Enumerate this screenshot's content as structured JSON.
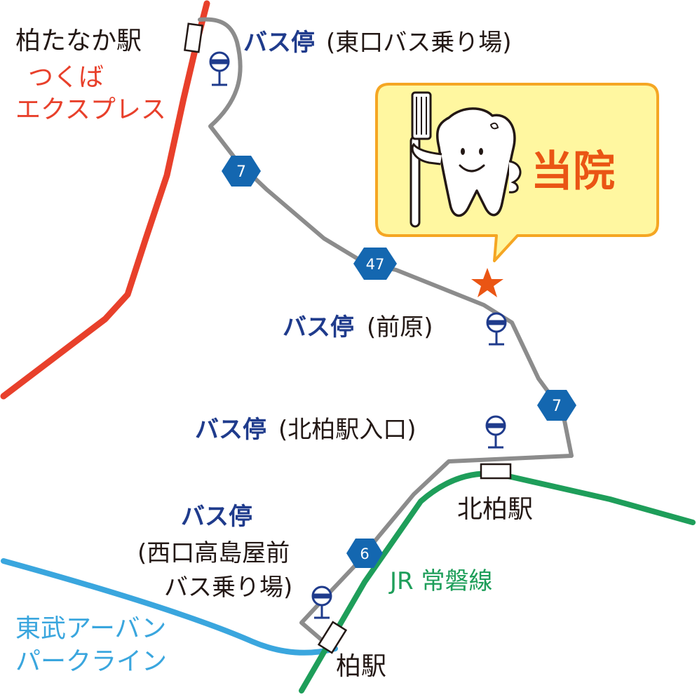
{
  "colors": {
    "tsukuba_line": "#e8402b",
    "jr_line": "#1e9e5a",
    "tobu_line": "#3aa6de",
    "road": "#8c8c8c",
    "route_badge": "#1467b0",
    "bus_text": "#1f3b8c",
    "station_text": "#231815",
    "clinic_text": "#ea5514",
    "callout_fill": "#fff7a0",
    "callout_border": "#f5a623",
    "star": "#ea5514"
  },
  "stations": {
    "kashiwatanaka": "柏たなか駅",
    "kitakashiwa": "北柏駅",
    "kashiwa": "柏駅"
  },
  "lines": {
    "tsukuba_1": "つくば",
    "tsukuba_2": "エクスプレス",
    "jr": "JR 常磐線",
    "tobu_1": "東武アーバン",
    "tobu_2": "パークライン"
  },
  "bus_stops": {
    "east": {
      "name": "バス停",
      "detail": "(東口バス乗り場)"
    },
    "maebara": {
      "name": "バス停",
      "detail": "(前原)"
    },
    "kitakashiwa_iriguchi": {
      "name": "バス停",
      "detail": "(北柏駅入口)"
    },
    "nishiguchi": {
      "name": "バス停",
      "detail_1": "(西口高島屋前",
      "detail_2": "バス乗り場)"
    }
  },
  "routes": {
    "r7_top": "7",
    "r47": "47",
    "r7_mid": "7",
    "r6": "6"
  },
  "clinic": {
    "label": "当院"
  },
  "icons": {
    "bus": "bus-stop-icon",
    "star": "clinic-star-icon",
    "tooth": "tooth-mascot-icon"
  }
}
